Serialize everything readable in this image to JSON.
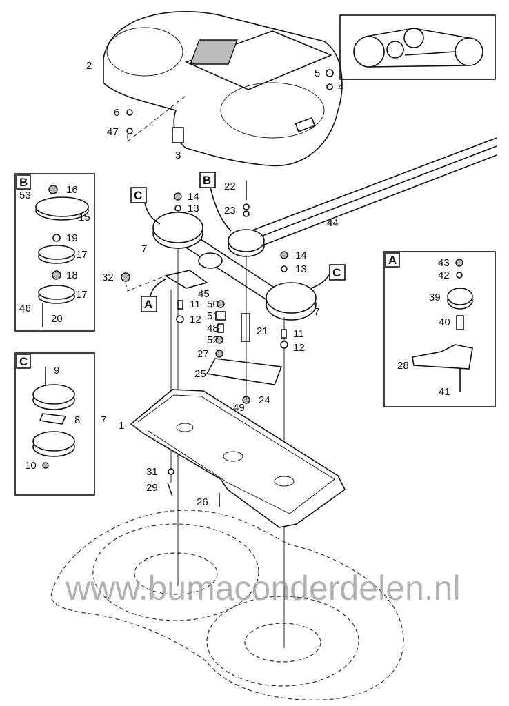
{
  "watermark": "www.bumaconderdelen.nl",
  "callouts": {
    "a": "A",
    "b": "B",
    "c": "C"
  },
  "labels": {
    "cover": "2",
    "nut_top": "5",
    "washer_top": "4",
    "screw_cover": "6",
    "washer_cover": "47",
    "clip": "3",
    "b_53": "53",
    "b_16": "16",
    "b_15": "15",
    "b_19": "19",
    "b_17a": "17",
    "b_18": "18",
    "b_17b": "17",
    "b_46": "46",
    "b_20": "20",
    "c_9": "9",
    "c_8": "8",
    "c_7": "7",
    "c_10": "10",
    "m_22": "22",
    "m_14a": "14",
    "m_13a": "13",
    "m_23": "23",
    "m_44": "44",
    "m_7a": "7",
    "m_14b": "14",
    "m_13b": "13",
    "m_32": "32",
    "m_45": "45",
    "m_11a": "11",
    "m_50": "50",
    "m_7b": "7",
    "m_12a": "12",
    "m_51": "51",
    "m_48": "48",
    "m_21": "21",
    "m_11b": "11",
    "m_52": "52",
    "m_12b": "12",
    "m_27": "27",
    "m_25": "25",
    "m_24": "24",
    "m_49": "49",
    "m_1": "1",
    "m_31": "31",
    "m_29": "29",
    "m_26": "26",
    "a_43": "43",
    "a_42": "42",
    "a_39": "39",
    "a_40": "40",
    "a_28": "28",
    "a_41": "41"
  }
}
